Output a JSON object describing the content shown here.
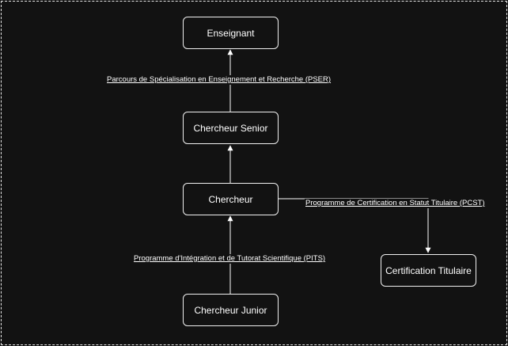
{
  "nodes": {
    "enseignant": "Enseignant",
    "chercheur_senior": "Chercheur Senior",
    "chercheur": "Chercheur",
    "chercheur_junior": "Chercheur Junior",
    "certification_titulaire": "Certification Titulaire"
  },
  "edges": {
    "pser": "Parcours de Spécialisation en Enseignement et Recherche (PSER)",
    "pcst": "Programme de Certification en Statut Titulaire (PCST)",
    "pits": "Programme d'Intégration et de Tutorat Scientifique (PITS)"
  },
  "colors": {
    "background": "#121212",
    "stroke": "#ffffff",
    "text": "#ffffff"
  }
}
